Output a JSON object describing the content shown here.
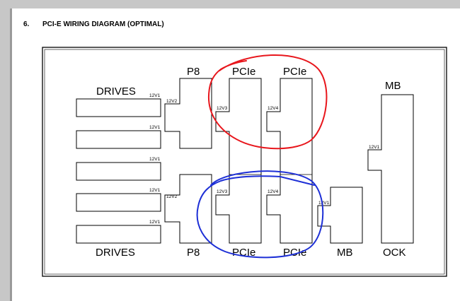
{
  "section": {
    "number": "6.",
    "title": "PCI-E WIRING DIAGRAM (OPTIMAL)"
  },
  "labels": {
    "drives_top": "DRIVES",
    "drives_bottom": "DRIVES",
    "p8_top": "P8",
    "p8_bottom": "P8",
    "pcie_top_1": "PCIe",
    "pcie_top_2": "PCIe",
    "pcie_bottom_1": "PCIe",
    "pcie_bottom_2": "PCIe",
    "mb_top": "MB",
    "mb_bottom": "MB",
    "ock_bottom": "OCK"
  },
  "rails": {
    "drive_1": "12V1",
    "drive_2": "12V1",
    "drive_3": "12V1",
    "drive_4": "12V1",
    "drive_5": "12V1",
    "p8_top": "12V2",
    "p8_bottom": "12V2",
    "pcie_top_left": "12V3",
    "pcie_top_right": "12V4",
    "pcie_bottom_left": "12V3",
    "pcie_bottom_right": "12V4",
    "mb_small": "12V1",
    "mb_tall": "12V1"
  },
  "annotation_colors": {
    "top_circle": "#e8161c",
    "bottom_circle": "#1d2fd6"
  }
}
